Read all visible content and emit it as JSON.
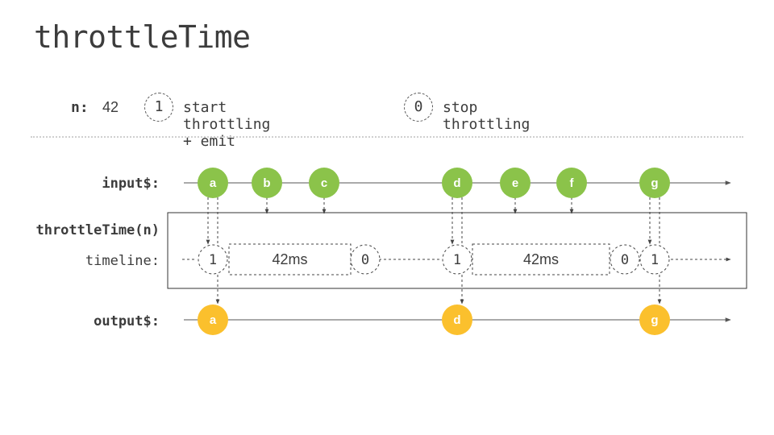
{
  "title": "throttleTime",
  "legend": {
    "n_label": "n:",
    "n_value": "42",
    "start_symbol": "1",
    "start_text": "start throttling + emit",
    "stop_symbol": "0",
    "stop_text": "stop throttling"
  },
  "labels": {
    "input": "input$:",
    "operator": "throttleTime(n)",
    "timeline": "timeline:",
    "output": "output$:"
  },
  "colors": {
    "input_marble": "#8bc34a",
    "output_marble": "#fbc02d",
    "line": "#555555",
    "dashed": "#444444"
  },
  "input_marbles": [
    "a",
    "b",
    "c",
    "d",
    "e",
    "f",
    "g"
  ],
  "timeline": {
    "start_markers": [
      "1",
      "1",
      "1"
    ],
    "stop_markers": [
      "0",
      "0"
    ],
    "durations": [
      "42ms",
      "42ms"
    ]
  },
  "output_marbles": [
    "a",
    "d",
    "g"
  ]
}
